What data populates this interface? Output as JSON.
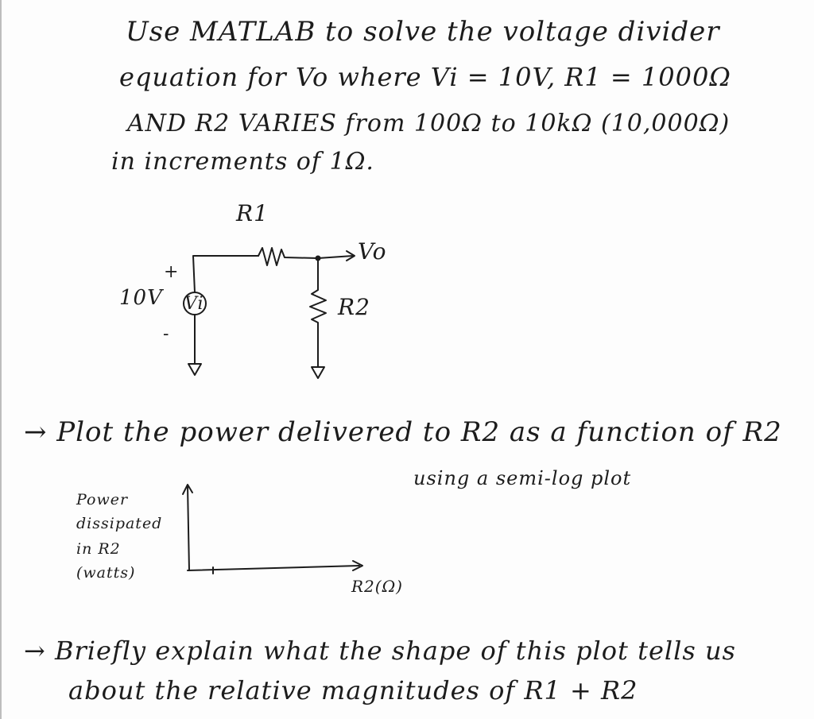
{
  "intro": {
    "line1": "Use MATLAB to solve the voltage divider",
    "line2": "equation for Vo where Vi = 10V, R1 = 1000Ω",
    "line3": "AND R2 VARIES from 100Ω to 10kΩ (10,000Ω)",
    "line4": "in increments of 1Ω."
  },
  "circuit": {
    "r1": "R1",
    "vo": "Vo",
    "r2": "R2",
    "source_value": "10V",
    "source_name": "Vi",
    "plus": "+",
    "minus": "-"
  },
  "plot_task": {
    "line1": "→ Plot the power delivered to R2 as a function of R2",
    "line2": "using a semi-log plot"
  },
  "sketch": {
    "y_label": [
      "Power",
      "dissipated",
      "in R2",
      "(watts)"
    ],
    "x_label": "R2(Ω)"
  },
  "explain_task": {
    "line1": "→ Briefly explain what the shape of this plot tells us",
    "line2": "about the relative magnitudes of R1 + R2"
  }
}
